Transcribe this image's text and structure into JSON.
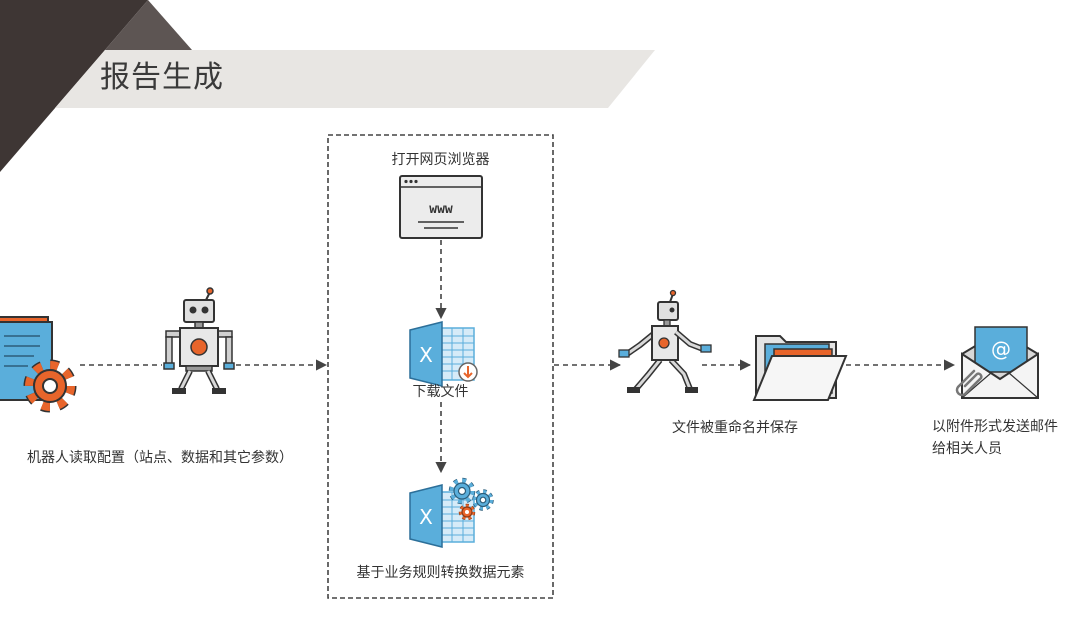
{
  "title": "报告生成",
  "steps": {
    "read_config": {
      "label": "机器人读取配置（站点、数据和其它参数）",
      "icons": [
        "document-gear-icon",
        "robot-icon"
      ]
    },
    "browser": {
      "label": "打开网页浏览器",
      "icons": [
        "browser-window-icon"
      ]
    },
    "download": {
      "label": "下载文件",
      "icons": [
        "excel-download-icon"
      ]
    },
    "transform": {
      "label": "基于业务规则转换数据元素",
      "icons": [
        "excel-gears-icon"
      ]
    },
    "save": {
      "label": "文件被重命名并保存",
      "icons": [
        "walking-robot-icon",
        "folder-icon"
      ]
    },
    "email": {
      "label_lines": [
        "以附件形式发送邮件",
        "给相关人员"
      ],
      "icons": [
        "email-attachment-icon"
      ]
    }
  },
  "icon_text": {
    "browser": "www",
    "excel_letter": "X",
    "email_symbol": "@"
  },
  "colors": {
    "accent_blue": "#5aaedb",
    "accent_orange": "#e8652b",
    "banner": "#e8e6e3",
    "corner_dark": "#3e3634",
    "line": "#444444"
  }
}
